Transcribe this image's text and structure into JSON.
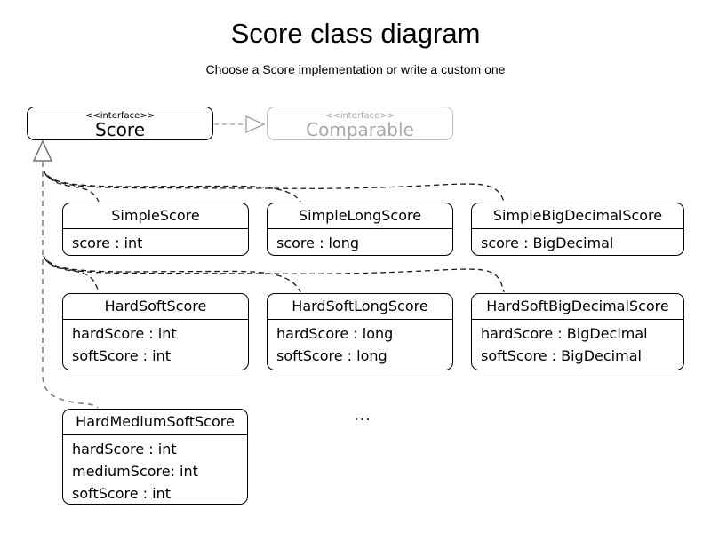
{
  "page": {
    "title": "Score class diagram",
    "subtitle": "Choose a Score implementation or write a custom one"
  },
  "interfaces": [
    {
      "stereotype": "<<interface>>",
      "name": "Score"
    },
    {
      "stereotype": "<<interface>>",
      "name": "Comparable"
    }
  ],
  "classes": [
    {
      "name": "SimpleScore",
      "attributes": [
        "score : int"
      ]
    },
    {
      "name": "SimpleLongScore",
      "attributes": [
        "score : long"
      ]
    },
    {
      "name": "SimpleBigDecimalScore",
      "attributes": [
        "score : BigDecimal"
      ]
    },
    {
      "name": "HardSoftScore",
      "attributes": [
        "hardScore : int",
        "softScore : int"
      ]
    },
    {
      "name": "HardSoftLongScore",
      "attributes": [
        "hardScore : long",
        "softScore : long"
      ]
    },
    {
      "name": "HardSoftBigDecimalScore",
      "attributes": [
        "hardScore : BigDecimal",
        "softScore : BigDecimal"
      ]
    },
    {
      "name": "HardMediumSoftScore",
      "attributes": [
        "hardScore : int",
        "mediumScore: int",
        "softScore : int"
      ]
    }
  ],
  "ellipsis": "...",
  "colors": {
    "box_border": "#000000",
    "muted_border": "#bcbcbc",
    "muted_text": "#a9a9a9",
    "edge_gray": "#808080",
    "edge_dark": "#1a1a1a"
  }
}
